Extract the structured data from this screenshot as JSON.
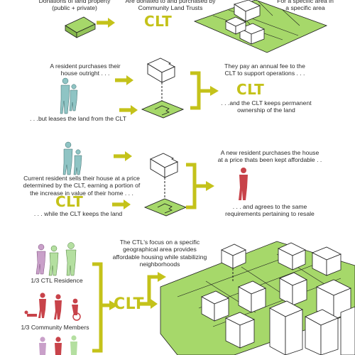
{
  "colors": {
    "accent": "#c4c21a",
    "land": "#a6d86a",
    "resident": "#8fc4c4",
    "new_resident": "#c8434a",
    "clt_member": "#b4dfa0",
    "clt_residence": "#c9a0c9",
    "community": "#c8434a"
  },
  "row1": {
    "left_caption": "Donations of land property\n(public + private)",
    "center_caption": "Are donated to and purchased by\nCommunity Land Trusts",
    "right_caption": "For a specific area in\na specific area",
    "clt_label": "CLT"
  },
  "row2": {
    "text_top_left": "A resident purchases their\nhouse outright . . .",
    "text_bottom_left": ". . .but leases the land from the CLT",
    "text_top_right": "They pay an annual fee to the\nCLT to support operations . . .",
    "clt_label": "CLT",
    "text_bottom_right": ". . .and the CLT keeps permanent\nownership of the land"
  },
  "row3": {
    "text_left": "Current resident sells their house at a price\ndetermined by the CLT, earning a portion of\nthe increase in value of their home . . .",
    "clt_label": "CLT",
    "text_bottom_left": ". . . while the CLT keeps the land",
    "text_top_right": "A new resident purchases the house\nat a price thats been kept affordable . .",
    "text_bottom_right": ". . . and agrees to the same\nrequirements pertaining to resale"
  },
  "row4": {
    "center_text": "The CTL's focus on a specific\ngeographical area provides\naffordable housing while stabilizing\nneighborhoods",
    "label_residence": "1/3 CTL Residence",
    "label_community": "1/3 Community Members",
    "clt_label": "CLT"
  },
  "icons": [
    "stacked-land-icon",
    "house-icon",
    "land-plot-icon",
    "people-icon",
    "arrow-icon"
  ]
}
